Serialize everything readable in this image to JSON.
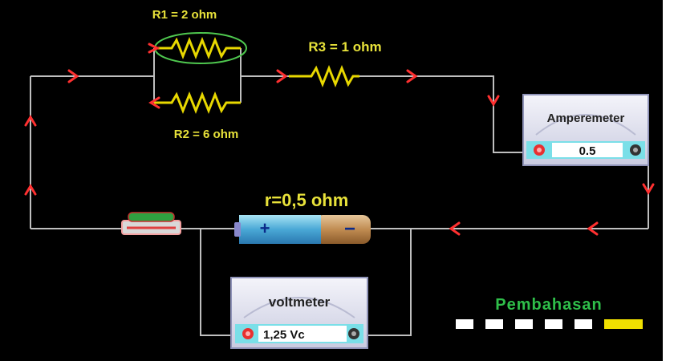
{
  "labels": {
    "r1": "R1 = 2 ohm",
    "r2": "R2 = 6 ohm",
    "r3": "R3 = 1 ohm",
    "internal_resistance": "r=0,5 ohm"
  },
  "battery": {
    "plus": "+",
    "minus": "−"
  },
  "ammeter": {
    "title": "Amperemeter",
    "value": "0.5"
  },
  "voltmeter": {
    "title": "voltmeter",
    "value": "1,25 Vc"
  },
  "pembahasan": {
    "label": "Pembahasan",
    "total_steps": 6,
    "active_step": 6
  },
  "colors": {
    "background": "#000000",
    "wire": "#bfbfbf",
    "label_yellow": "#e8e23a",
    "resistor": "#e8d800",
    "arrow": "#ff2b2b",
    "pembahasan_green": "#2fbf4a",
    "active_step": "#f0e000",
    "step": "#ffffff"
  }
}
